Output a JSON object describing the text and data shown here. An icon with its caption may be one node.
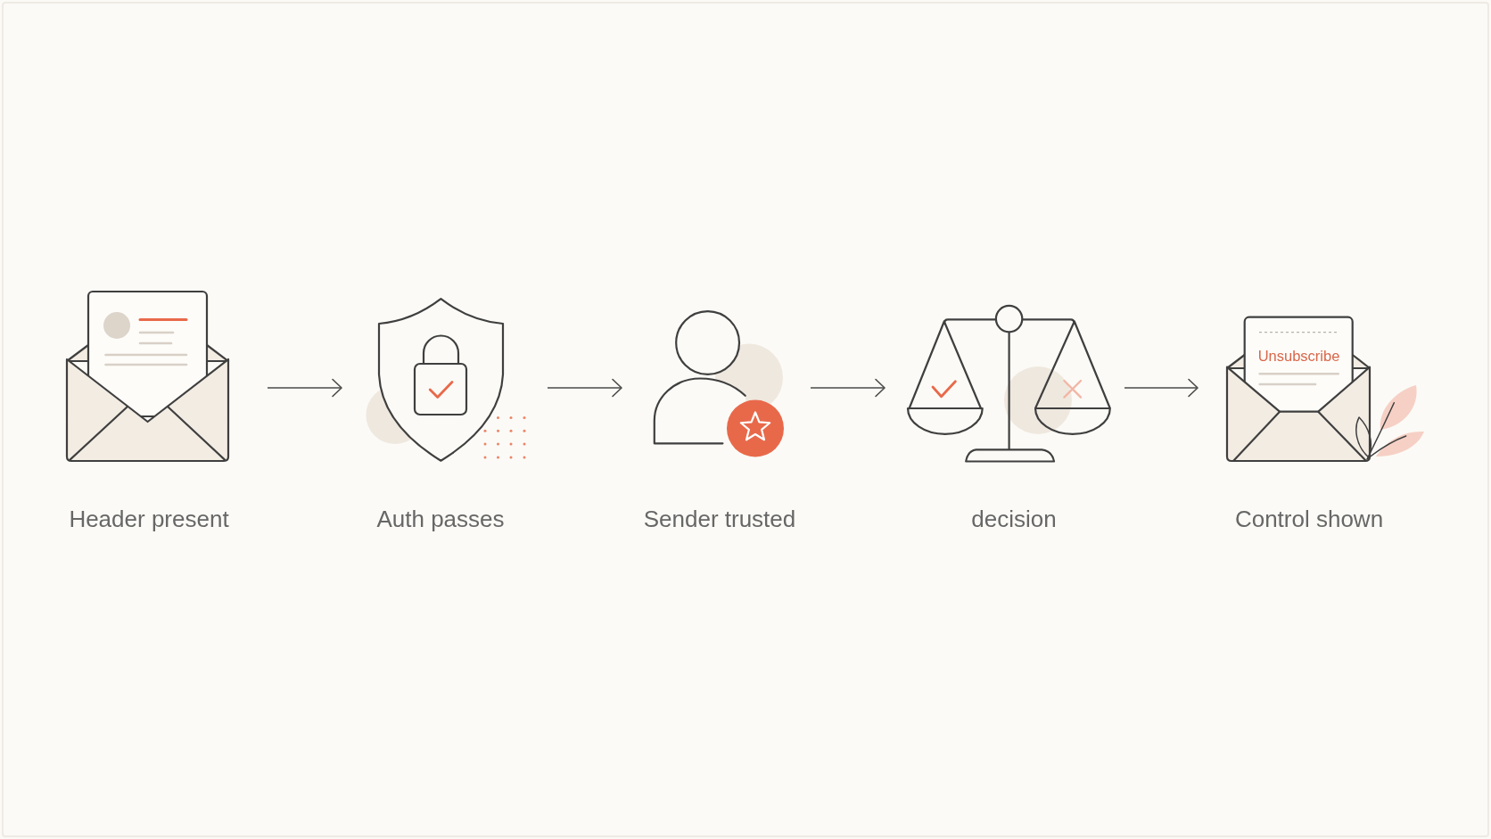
{
  "diagram": {
    "nodes": [
      {
        "text": [
          "Header present"
        ]
      },
      {
        "text": [
          "Auth passes"
        ]
      },
      {
        "text": [
          "Sender trusted"
        ]
      },
      {
        "text": [
          "decision"
        ]
      },
      {
        "text": [
          "Control shown"
        ]
      }
    ],
    "edges": [
      {
        "from": 0,
        "to": 1,
        "arrow": "to"
      },
      {
        "from": 1,
        "to": 2,
        "arrow": "to"
      },
      {
        "from": 2,
        "to": 3,
        "arrow": "to"
      },
      {
        "from": 3,
        "to": 4,
        "arrow": "to"
      }
    ],
    "labels": [
      "Unsubscribe"
    ]
  }
}
